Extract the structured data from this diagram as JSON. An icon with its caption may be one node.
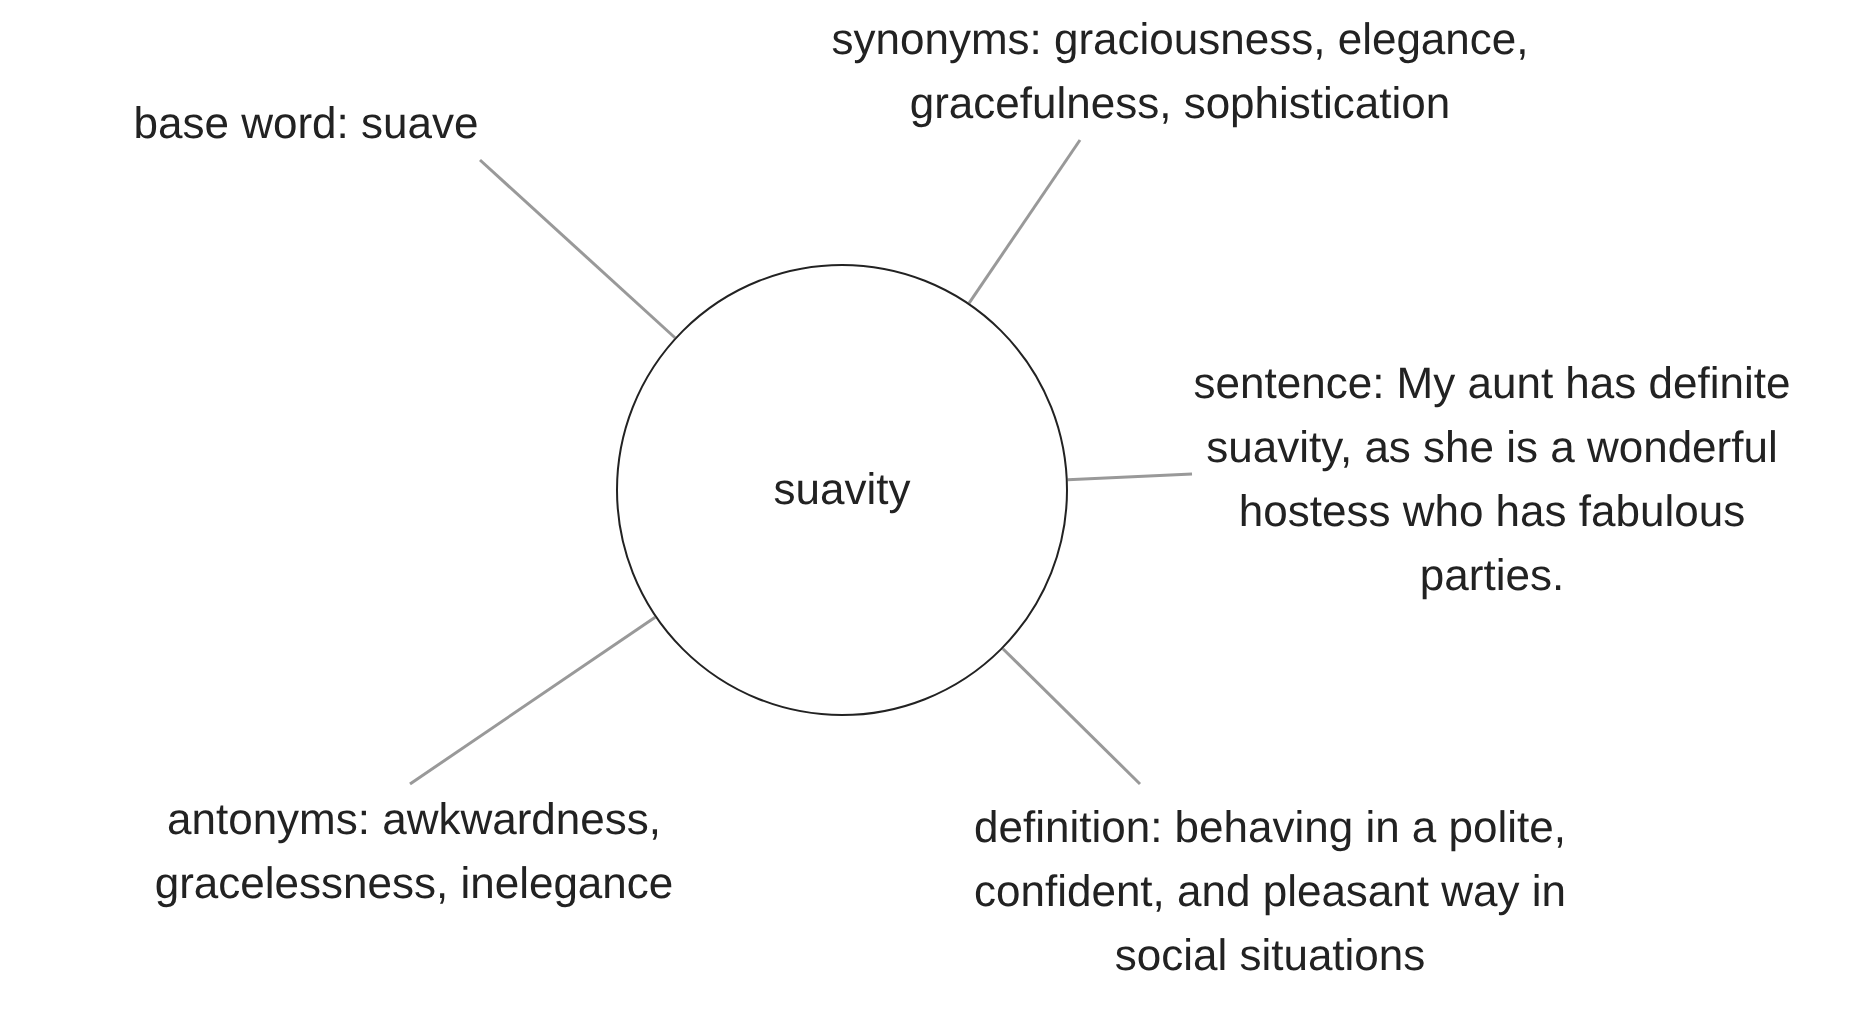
{
  "diagram": {
    "nodes": [
      {
        "text": [
          "suavity"
        ]
      },
      {
        "text": [
          "base word: suave"
        ]
      },
      {
        "text": [
          "synonyms: graciousness, elegance, gracefulness, sophistication"
        ]
      },
      {
        "text": [
          "sentence: My aunt has definite suavity, as she is a wonderful hostess who has fabulous parties."
        ]
      },
      {
        "text": [
          "antonyms: awkwardness, gracelessness, inelegance"
        ]
      },
      {
        "text": [
          "definition: behaving in a polite, confident, and pleasant way in social situations"
        ]
      }
    ],
    "edges": [
      {
        "from": 0,
        "to": 1,
        "arrow": "none"
      },
      {
        "from": 0,
        "to": 2,
        "arrow": "none"
      },
      {
        "from": 0,
        "to": 3,
        "arrow": "none"
      },
      {
        "from": 0,
        "to": 4,
        "arrow": "none"
      },
      {
        "from": 0,
        "to": 5,
        "arrow": "none"
      }
    ]
  }
}
